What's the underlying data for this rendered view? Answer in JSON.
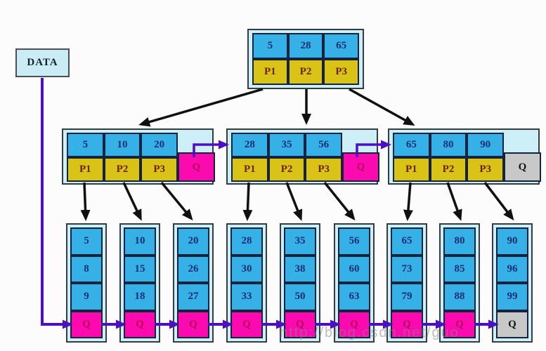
{
  "diagram": {
    "title_hint": "B+ tree index structure",
    "data_label": "DATA",
    "watermark": "http://blog.csdn.net/guo",
    "colors": {
      "key_cell_blue": "#35b1e8",
      "pointer_cell_yellow": "#d9c317",
      "next_pointer_magenta": "#fb0ab0",
      "null_pointer_gray": "#c8c8c8",
      "node_background_cyan": "#cdeff8",
      "tree_arrow_black": "#101010",
      "chain_arrow_purple": "#4e0fc4",
      "key_text_navy": "#1b2d73",
      "pointer_text_maroon": "#6d2104"
    },
    "root": {
      "keys": [
        "5",
        "28",
        "65"
      ],
      "pointers": [
        "P1",
        "P2",
        "P3"
      ]
    },
    "internal_nodes": [
      {
        "keys": [
          "5",
          "10",
          "20"
        ],
        "pointers": [
          "P1",
          "P2",
          "P3"
        ],
        "next_label": "Q",
        "next_is_null": false
      },
      {
        "keys": [
          "28",
          "35",
          "56"
        ],
        "pointers": [
          "P1",
          "P2",
          "P3"
        ],
        "next_label": "Q",
        "next_is_null": false
      },
      {
        "keys": [
          "65",
          "80",
          "90"
        ],
        "pointers": [
          "P1",
          "P2",
          "P3"
        ],
        "next_label": "Q",
        "next_is_null": true
      }
    ],
    "leaf_nodes": [
      {
        "values": [
          "5",
          "8",
          "9"
        ],
        "next_label": "Q",
        "next_is_null": false
      },
      {
        "values": [
          "10",
          "15",
          "18"
        ],
        "next_label": "Q",
        "next_is_null": false
      },
      {
        "values": [
          "20",
          "26",
          "27"
        ],
        "next_label": "Q",
        "next_is_null": false
      },
      {
        "values": [
          "28",
          "30",
          "33"
        ],
        "next_label": "Q",
        "next_is_null": false
      },
      {
        "values": [
          "35",
          "38",
          "50"
        ],
        "next_label": "Q",
        "next_is_null": false
      },
      {
        "values": [
          "56",
          "60",
          "63"
        ],
        "next_label": "Q",
        "next_is_null": false
      },
      {
        "values": [
          "65",
          "73",
          "79"
        ],
        "next_label": "Q",
        "next_is_null": false
      },
      {
        "values": [
          "80",
          "85",
          "88"
        ],
        "next_label": "Q",
        "next_is_null": false
      },
      {
        "values": [
          "90",
          "96",
          "99"
        ],
        "next_label": "Q",
        "next_is_null": true
      }
    ]
  }
}
